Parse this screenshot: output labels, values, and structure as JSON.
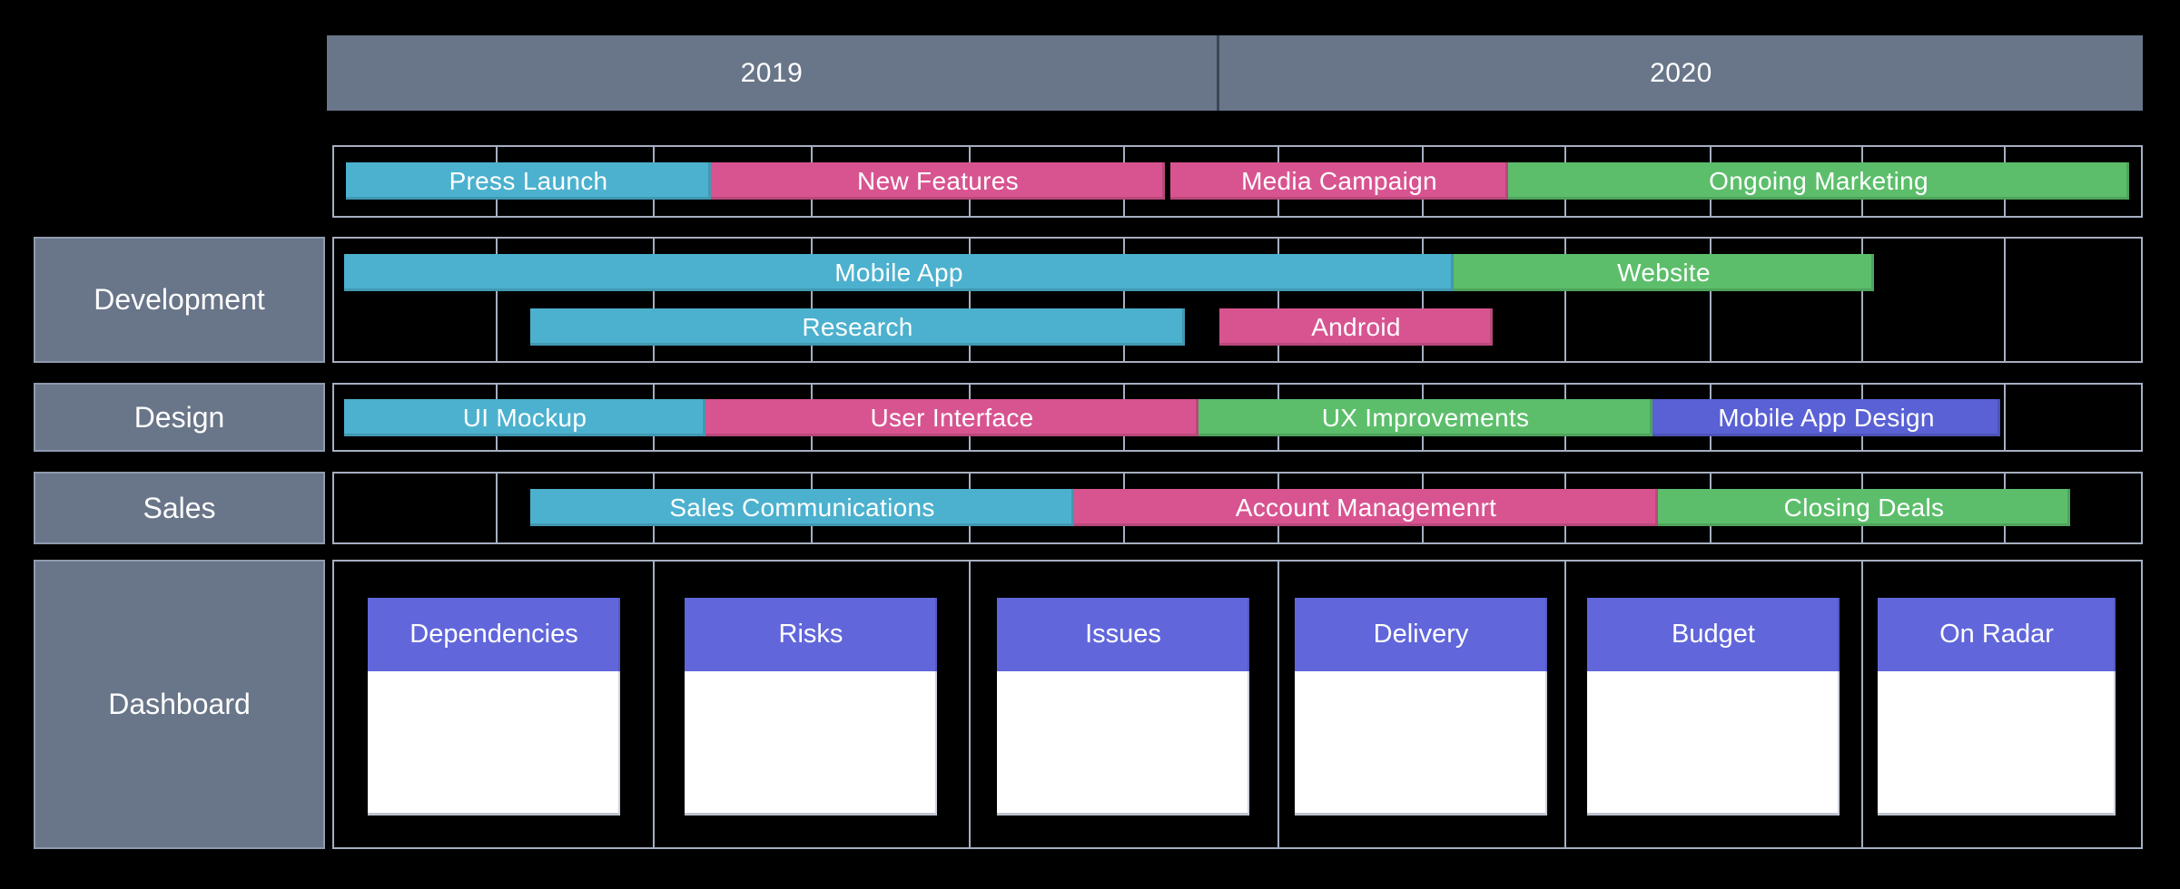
{
  "colors": {
    "background": "#000000",
    "slate_header": "#697589",
    "grid_line": "#a6afc1",
    "teal": "#4cb1ce",
    "pink": "#d85490",
    "green": "#5cbe6b",
    "indigo": "#5a61d5",
    "card_header_indigo": "#6166db",
    "card_body": "#ffffff",
    "text": "#ffffff",
    "year_divider": "#3d4655"
  },
  "dashboard": {
    "label": "Dashboard",
    "cards": [
      "Dependencies",
      "Risks",
      "Issues",
      "Delivery",
      "Budget",
      "On Radar"
    ]
  },
  "chart_data": {
    "type": "bar",
    "subtype": "gantt-roadmap-timeline",
    "title": "",
    "years": [
      "2019",
      "2020"
    ],
    "year_split_pct": 49,
    "units": "percent of timeline width (left edge 0, right edge 100)",
    "grid": {
      "gantt_band_columns": 12,
      "dashboard_columns": 6,
      "grid_line_positions_pct": [
        8.9,
        17.6,
        26.4,
        35.1,
        43.6,
        52.2,
        60.1,
        68.0,
        76.1,
        84.4,
        92.3
      ]
    },
    "rows": [
      {
        "group": "",
        "bars": [
          {
            "label": "Press Launch",
            "color": "teal",
            "start_pct": 0.7,
            "end_pct": 20.8,
            "lane": 1
          },
          {
            "label": "New Features",
            "color": "pink",
            "start_pct": 20.8,
            "end_pct": 45.9,
            "lane": 1
          },
          {
            "label": "Media Campaign",
            "color": "pink",
            "start_pct": 46.2,
            "end_pct": 64.9,
            "lane": 1
          },
          {
            "label": "Ongoing Marketing",
            "color": "green",
            "start_pct": 64.9,
            "end_pct": 99.2,
            "lane": 1
          }
        ]
      },
      {
        "group": "Development",
        "bars": [
          {
            "label": "Mobile App",
            "color": "teal",
            "start_pct": 0.6,
            "end_pct": 61.9,
            "lane": 1
          },
          {
            "label": "Website",
            "color": "green",
            "start_pct": 61.9,
            "end_pct": 85.1,
            "lane": 1
          },
          {
            "label": "Research",
            "color": "teal",
            "start_pct": 10.8,
            "end_pct": 47.0,
            "lane": 2
          },
          {
            "label": "Android",
            "color": "pink",
            "start_pct": 48.9,
            "end_pct": 64.1,
            "lane": 2
          }
        ]
      },
      {
        "group": "Design",
        "bars": [
          {
            "label": "UI Mockup",
            "color": "teal",
            "start_pct": 0.6,
            "end_pct": 20.5,
            "lane": 1
          },
          {
            "label": "User Interface",
            "color": "pink",
            "start_pct": 20.5,
            "end_pct": 47.8,
            "lane": 1
          },
          {
            "label": "UX Improvements",
            "color": "green",
            "start_pct": 47.8,
            "end_pct": 72.9,
            "lane": 1
          },
          {
            "label": "Mobile App Design",
            "color": "indigo",
            "start_pct": 72.9,
            "end_pct": 92.1,
            "lane": 1
          }
        ]
      },
      {
        "group": "Sales",
        "bars": [
          {
            "label": "Sales Communications",
            "color": "teal",
            "start_pct": 10.8,
            "end_pct": 40.9,
            "lane": 1
          },
          {
            "label": "Account Managemenrt",
            "color": "pink",
            "start_pct": 40.9,
            "end_pct": 73.2,
            "lane": 1
          },
          {
            "label": "Closing Deals",
            "color": "green",
            "start_pct": 73.2,
            "end_pct": 96.0,
            "lane": 1
          }
        ]
      }
    ]
  }
}
